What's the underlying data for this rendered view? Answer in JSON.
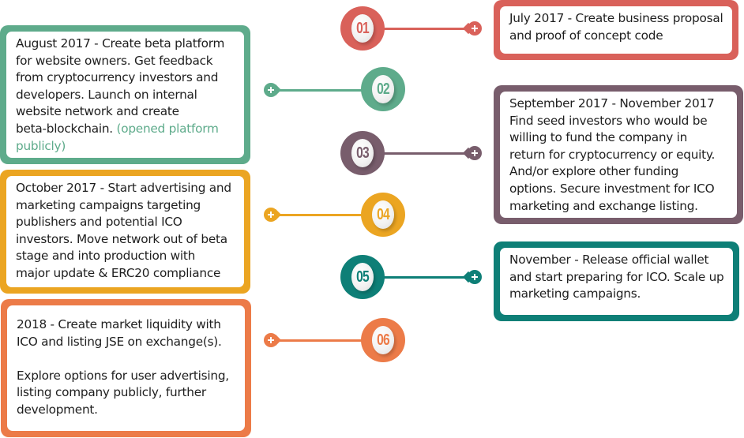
{
  "colors": {
    "step1": "#d9615a",
    "step2": "#5eab8b",
    "step3": "#785d6c",
    "step4": "#eba522",
    "step5": "#0e7f77",
    "step6": "#ec7b48"
  },
  "steps": [
    {
      "number": "01",
      "side": "right",
      "text": "July 2017 - Create business proposal\nand proof of concept code"
    },
    {
      "number": "02",
      "side": "left",
      "text": "August 2017 - Create beta platform\nfor website owners. Get feedback\nfrom cryptocurrency investors and\ndevelopers. Launch on internal\nwebsite network and create\nbeta-blockchain. ",
      "highlight": "(opened platform\npublicly)"
    },
    {
      "number": "03",
      "side": "right",
      "text": "September 2017 - November 2017\nFind seed investors who would be\nwilling to fund the company in\nreturn for cryptocurrency or equity.\nAnd/or explore other funding\noptions. Secure investment for ICO\nmarketing and exchange listing."
    },
    {
      "number": "04",
      "side": "left",
      "text": "October 2017 - Start advertising and\nmarketing campaigns targeting\npublishers and potential ICO\ninvestors. Move network out of beta\nstage and into production with\nmajor update & ERC20 compliance"
    },
    {
      "number": "05",
      "side": "right",
      "text": "November - Release official wallet\nand start preparing for ICO. Scale up\nmarketing campaigns."
    },
    {
      "number": "06",
      "side": "left",
      "text": "2018 - Create market liquidity with\nICO and listing JSE on exchange(s).\n\nExplore options for user advertising,\nlisting company publicly, further\ndevelopment."
    }
  ]
}
